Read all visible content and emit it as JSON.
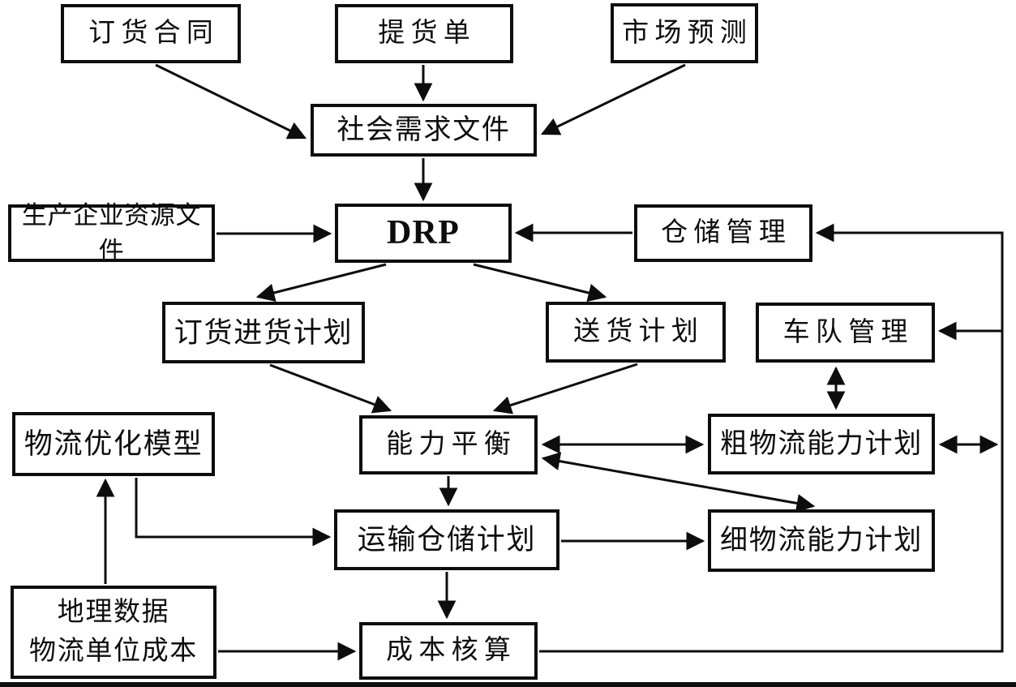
{
  "diagram": {
    "title": "DRP logistics planning flowchart",
    "line_color": "#0d0d0d",
    "box_background": "#ffffff",
    "nodes": [
      {
        "id": "order-contract",
        "label": "订货合同"
      },
      {
        "id": "pickup-list",
        "label": "提货单"
      },
      {
        "id": "market-forecast",
        "label": "市场预测"
      },
      {
        "id": "social-demand-file",
        "label": "社会需求文件"
      },
      {
        "id": "enterprise-resource-file",
        "label": "生产企业资源文件"
      },
      {
        "id": "drp",
        "label": "DRP"
      },
      {
        "id": "warehouse-management",
        "label": "仓储管理"
      },
      {
        "id": "order-purchase-plan",
        "label": "订货进货计划"
      },
      {
        "id": "delivery-plan",
        "label": "送货计划"
      },
      {
        "id": "fleet-management",
        "label": "车队管理"
      },
      {
        "id": "logistics-optimization-model",
        "label": "物流优化模型"
      },
      {
        "id": "capacity-balance",
        "label": "能力平衡"
      },
      {
        "id": "rough-logistics-capacity-plan",
        "label": "粗物流能力计划"
      },
      {
        "id": "transport-warehouse-plan",
        "label": "运输仓储计划"
      },
      {
        "id": "detailed-logistics-capacity-plan",
        "label": "细物流能力计划"
      },
      {
        "id": "geo-data-unit-cost",
        "label": "地理数据\n物流单位成本"
      },
      {
        "id": "cost-accounting",
        "label": "成本核算"
      }
    ],
    "edges": [
      {
        "from": "order-contract",
        "to": "social-demand-file",
        "type": "single"
      },
      {
        "from": "pickup-list",
        "to": "social-demand-file",
        "type": "single"
      },
      {
        "from": "market-forecast",
        "to": "social-demand-file",
        "type": "single"
      },
      {
        "from": "social-demand-file",
        "to": "drp",
        "type": "single"
      },
      {
        "from": "enterprise-resource-file",
        "to": "drp",
        "type": "single"
      },
      {
        "from": "warehouse-management",
        "to": "drp",
        "type": "single"
      },
      {
        "from": "drp",
        "to": "order-purchase-plan",
        "type": "single"
      },
      {
        "from": "drp",
        "to": "delivery-plan",
        "type": "single"
      },
      {
        "from": "order-purchase-plan",
        "to": "capacity-balance",
        "type": "single"
      },
      {
        "from": "delivery-plan",
        "to": "capacity-balance",
        "type": "single"
      },
      {
        "from": "capacity-balance",
        "to": "rough-logistics-capacity-plan",
        "type": "double"
      },
      {
        "from": "fleet-management",
        "to": "rough-logistics-capacity-plan",
        "type": "double"
      },
      {
        "from": "rough-logistics-capacity-plan",
        "to": "feedback-bus",
        "type": "double"
      },
      {
        "from": "capacity-balance",
        "to": "detailed-logistics-capacity-plan",
        "type": "double"
      },
      {
        "from": "capacity-balance",
        "to": "transport-warehouse-plan",
        "type": "single"
      },
      {
        "from": "logistics-optimization-model",
        "to": "transport-warehouse-plan",
        "type": "single"
      },
      {
        "from": "geo-data-unit-cost",
        "to": "logistics-optimization-model",
        "type": "single"
      },
      {
        "from": "geo-data-unit-cost",
        "to": "cost-accounting",
        "type": "single"
      },
      {
        "from": "transport-warehouse-plan",
        "to": "detailed-logistics-capacity-plan",
        "type": "single"
      },
      {
        "from": "transport-warehouse-plan",
        "to": "cost-accounting",
        "type": "single"
      },
      {
        "from": "cost-accounting",
        "to": "warehouse-management",
        "type": "single",
        "route": "right-feedback-bus"
      },
      {
        "from": "feedback-bus",
        "to": "fleet-management",
        "type": "single"
      }
    ]
  }
}
